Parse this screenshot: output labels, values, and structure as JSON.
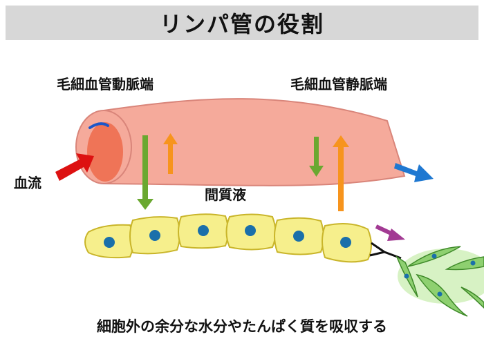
{
  "title": "リンパ管の役割",
  "labels": {
    "arterial_end": "毛細血管動脈端",
    "venous_end": "毛細血管静脈端",
    "blood_inflow": "血流",
    "interstitial_fluid": "間質液",
    "caption": "細胞外の余分な水分やたんぱく質を吸収する"
  },
  "colors": {
    "title_bar": "#d7d7d7",
    "vessel_fill": "#f5aa9b",
    "vessel_stroke": "#d9857a",
    "vessel_opening": "#ef7457",
    "inflow_arrow": "#dd1111",
    "outflow_arrow": "#1f78d1",
    "filtration_arrow": "#6aa830",
    "reabsorption_arrow": "#f7941d",
    "lymph_cell_fill": "#f6ef8c",
    "lymph_cell_stroke": "#c9b52a",
    "nucleus": "#1a6faa",
    "tissue_cell": "#8ed070",
    "tissue_glow": "#d7f2c4",
    "lymph_flow_arrow": "#a23a93"
  },
  "icons": {
    "inflow": "red-arrow-icon",
    "outflow": "blue-arrow-icon",
    "filtration": "green-down-arrow-icon",
    "reabsorption": "orange-up-arrow-icon",
    "lymph_drain": "purple-arrow-icon"
  }
}
